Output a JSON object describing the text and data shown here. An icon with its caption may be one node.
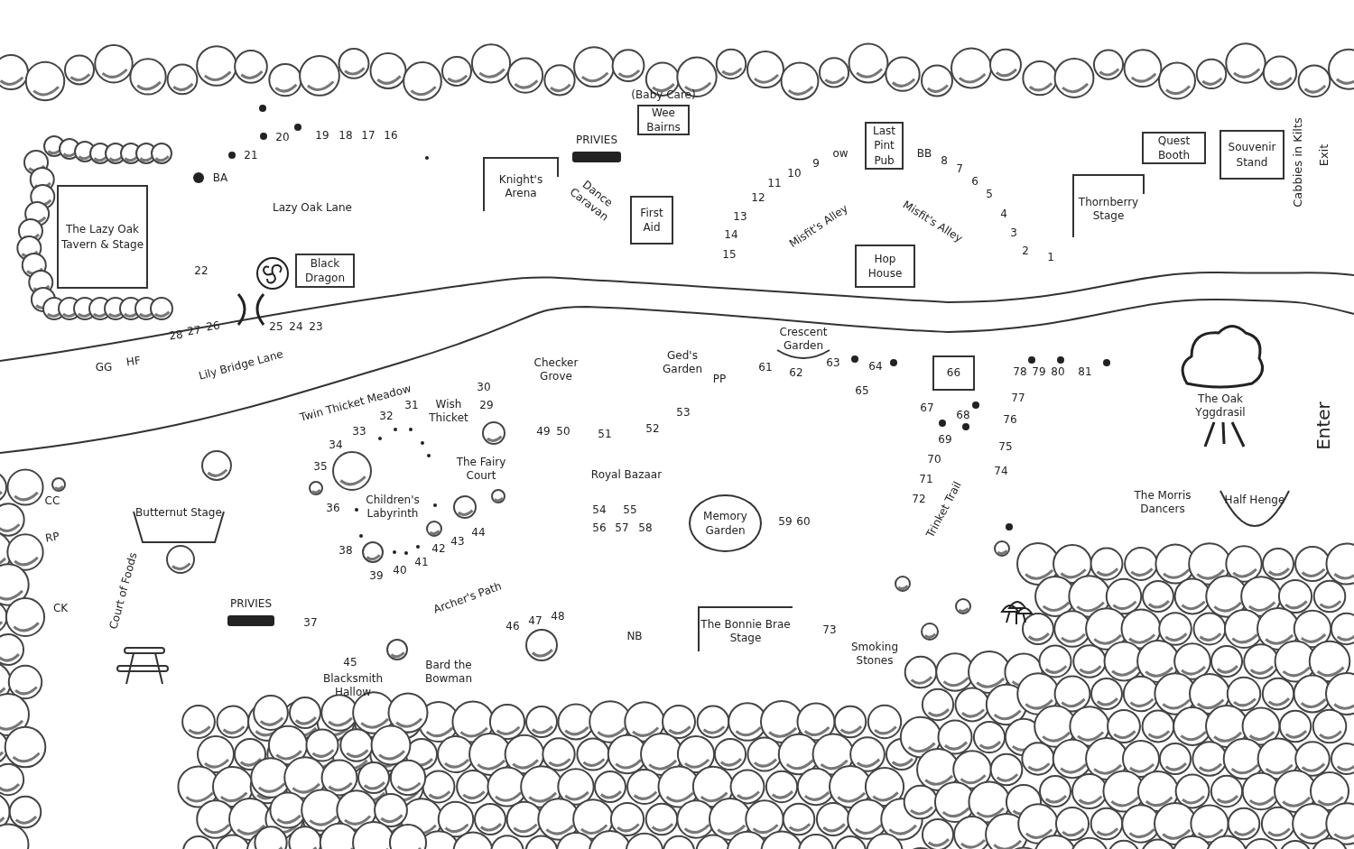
{
  "diagram": {
    "nodes": [
      {
        "text": [
          "The Lazy Oak Tavern & Stage"
        ]
      },
      {
        "text": [
          "Black Dragon"
        ]
      },
      {
        "text": [
          "PRIVIES"
        ]
      },
      {
        "text": [
          "Wee Bairns"
        ],
        "beside": [
          "(Baby Care)"
        ]
      },
      {
        "text": [
          "Knight's Arena"
        ]
      },
      {
        "text": [
          "First Aid"
        ]
      },
      {
        "text": [
          "Last Pint Pub"
        ]
      },
      {
        "text": [
          "Hop House"
        ]
      },
      {
        "text": [
          "Quest Booth"
        ]
      },
      {
        "text": [
          "Souvenir Stand"
        ]
      },
      {
        "text": [
          "Thornberry Stage"
        ]
      },
      {
        "text": [
          "Crescent Garden"
        ]
      },
      {
        "text": [
          "66"
        ]
      },
      {
        "text": [
          "Butternut Stage"
        ]
      },
      {
        "text": [
          "Memory Garden"
        ]
      },
      {
        "text": [
          "PRIVIES"
        ]
      },
      {
        "text": [
          "The Bonnie Brae Stage"
        ]
      },
      {
        "text": [
          "Half Henge"
        ]
      }
    ],
    "edges": [],
    "labels": [
      "20",
      "19",
      "18",
      "17",
      "16",
      "ow",
      "BB",
      "8",
      "7",
      "9",
      "10",
      "11",
      "21",
      "BA",
      "6",
      "5",
      "12",
      "Lazy Oak Lane",
      "Misfit's Alley",
      "Misfit's Alley",
      "13",
      "4",
      "Cabbies in Kilts",
      "Exit",
      "Dance Caravan",
      "14",
      "3",
      "15",
      "2",
      "1",
      "22",
      "25",
      "24",
      "23",
      "28",
      "27",
      "26",
      "GG",
      "HF",
      "Lily Bridge Lane",
      "Checker Grove",
      "Ged's Garden",
      "PP",
      "61",
      "62",
      "63",
      "64",
      "65",
      "78",
      "79",
      "80",
      "81",
      "The Oak Yggdrasil",
      "Enter",
      "Twin Thicket Meadow",
      "30",
      "31",
      "Wish Thicket",
      "29",
      "32",
      "33",
      "34",
      "35",
      "36",
      "53",
      "49",
      "50",
      "51",
      "52",
      "77",
      "76",
      "75",
      "74",
      "67",
      "68",
      "69",
      "70",
      "71",
      "72",
      "Trinket Trail",
      "The Fairy Court",
      "Royal Bazaar",
      "Children's Labyrinth",
      "CC",
      "RP",
      "The Morris Dancers",
      "54",
      "55",
      "56",
      "57",
      "58",
      "59",
      "60",
      "44",
      "43",
      "42",
      "41",
      "40",
      "39",
      "38",
      "Court of Foods",
      "Archer's Path",
      "CK",
      "46",
      "47",
      "48",
      "37",
      "NB",
      "73",
      "45",
      "Blacksmith Hallow",
      "Bard the Bowman",
      "Smoking Stones"
    ]
  }
}
